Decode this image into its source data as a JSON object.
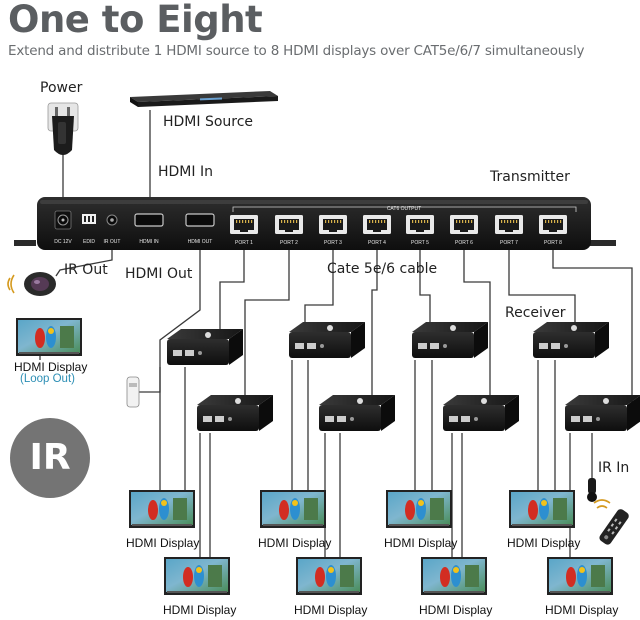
{
  "header": {
    "title": "One to Eight",
    "subtitle": "Extend and distribute 1 HDMI source to 8 HDMI displays over CAT5e/6/7 simultaneously"
  },
  "labels": {
    "power": "Power",
    "hdmi_source": "HDMI Source",
    "hdmi_in": "HDMI In",
    "transmitter": "Transmitter",
    "ir_out": "IR Out",
    "hdmi_out": "HDMI Out",
    "cable": "Cate 5e/6 cable",
    "receiver": "Receiver",
    "ir_in": "IR In",
    "loop_display": "HDMI Display",
    "loop_out": "(Loop Out)",
    "ir_badge": "IR"
  },
  "transmitter_panel": {
    "dc": "DC 12V",
    "edid": "EDID",
    "ir_out": "IR OUT",
    "hdmi_in": "HDMI IN",
    "hdmi_out": "HDMI OUT",
    "output_header": "CAT6 OUTPUT",
    "ports": [
      "PORT 1",
      "PORT 2",
      "PORT 3",
      "PORT 4",
      "PORT 5",
      "PORT 6",
      "PORT 7",
      "PORT 8"
    ]
  },
  "displays": [
    {
      "label": "HDMI Display"
    },
    {
      "label": "HDMI Display"
    },
    {
      "label": "HDMI Display"
    },
    {
      "label": "HDMI Display"
    },
    {
      "label": "HDMI Display"
    },
    {
      "label": "HDMI Display"
    },
    {
      "label": "HDMI Display"
    },
    {
      "label": "HDMI Display"
    }
  ],
  "colors": {
    "title": "#5b5e61",
    "device_body": "#1b1b1b",
    "cable": "#3a3a3a",
    "loop_out_text": "#2d8fb5",
    "ir_badge": "#747474"
  }
}
